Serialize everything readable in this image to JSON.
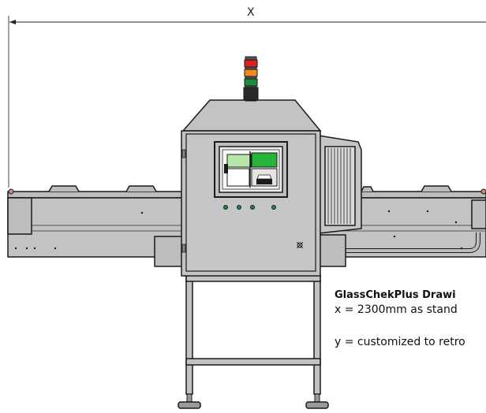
{
  "dimension": {
    "x_label": "X"
  },
  "caption": {
    "title": "GlassChekPlus Drawi",
    "line_x": "x = 2300mm as stand",
    "line_y": "y = customized to retro"
  },
  "colors": {
    "machine_body": "#c3c3c3",
    "outline": "#1a1a1a",
    "beacon_red": "#d8231e",
    "beacon_orange": "#f08a1c",
    "beacon_green": "#1f8a3a",
    "screen_green": "#25b33a",
    "screen_light_green": "#b8e6a8"
  }
}
